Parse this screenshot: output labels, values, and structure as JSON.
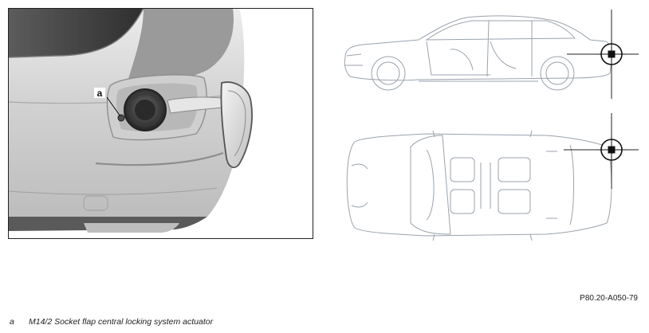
{
  "figure": {
    "callout_letter": "a",
    "reference_code": "P80.20-A050-79",
    "legend": [
      {
        "key": "a",
        "text": "M14/2 Socket flap central locking system actuator"
      }
    ]
  },
  "colors": {
    "paint_light": "#d9d9d9",
    "paint_dark": "#8c8c8c",
    "window_dark": "#4a4a4a",
    "line": "#9aa3ad",
    "marker": "#111111"
  },
  "icons": [
    "charging-socket-icon",
    "crosshair-marker-icon"
  ]
}
